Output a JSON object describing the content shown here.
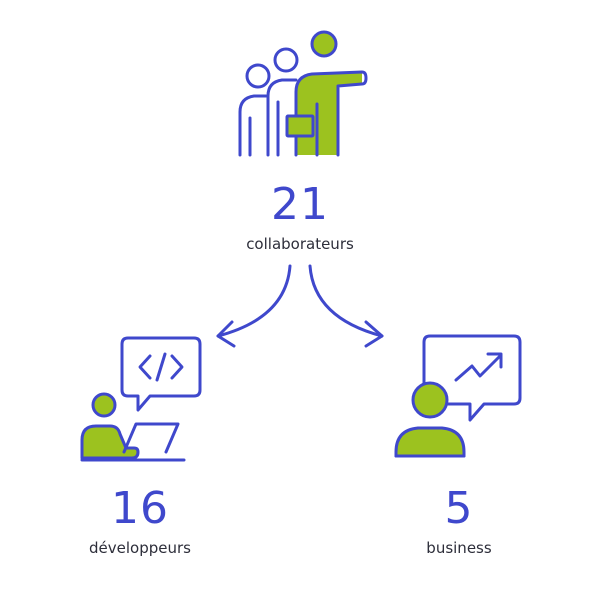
{
  "colors": {
    "accent": "#3f48cc",
    "highlight": "#9cc21f",
    "text": "#2d2e3a"
  },
  "total": {
    "value": "21",
    "label": "collaborateurs",
    "icon": "team-leader-icon"
  },
  "branches": [
    {
      "value": "16",
      "label": "développeurs",
      "icon": "developer-code-icon"
    },
    {
      "value": "5",
      "label": "business",
      "icon": "business-growth-icon"
    }
  ]
}
